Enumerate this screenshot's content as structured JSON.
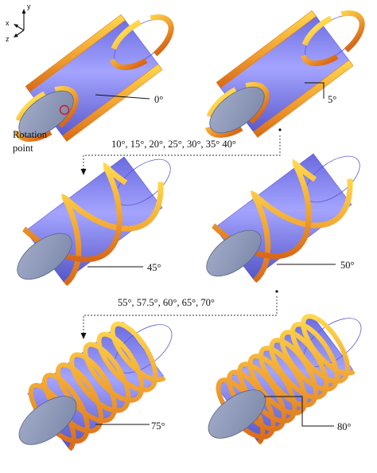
{
  "axes": {
    "x": "x",
    "y": "y",
    "z": "z"
  },
  "rotation_point_label": [
    "Rotation",
    "point"
  ],
  "panels": [
    {
      "angle": "0°",
      "style": "strips"
    },
    {
      "angle": "5°",
      "style": "strips"
    },
    {
      "angle": "45°",
      "style": "cross"
    },
    {
      "angle": "50°",
      "style": "cross"
    },
    {
      "angle": "75°",
      "style": "helix",
      "turns": 7
    },
    {
      "angle": "80°",
      "style": "helix",
      "turns": 9
    }
  ],
  "transitions": [
    {
      "text": "10°, 15°, 20°, 25°, 30°, 35° 40°"
    },
    {
      "text": "55°, 57.5°, 60°, 65°, 70°"
    }
  ],
  "colors": {
    "cylinder": "#8c8cf2",
    "cylinder_dark": "#5a5ad0",
    "cap": "#8f9bbd",
    "strip_light": "#ffd24a",
    "strip_dark": "#e07a1e",
    "marker": "#d01818"
  }
}
